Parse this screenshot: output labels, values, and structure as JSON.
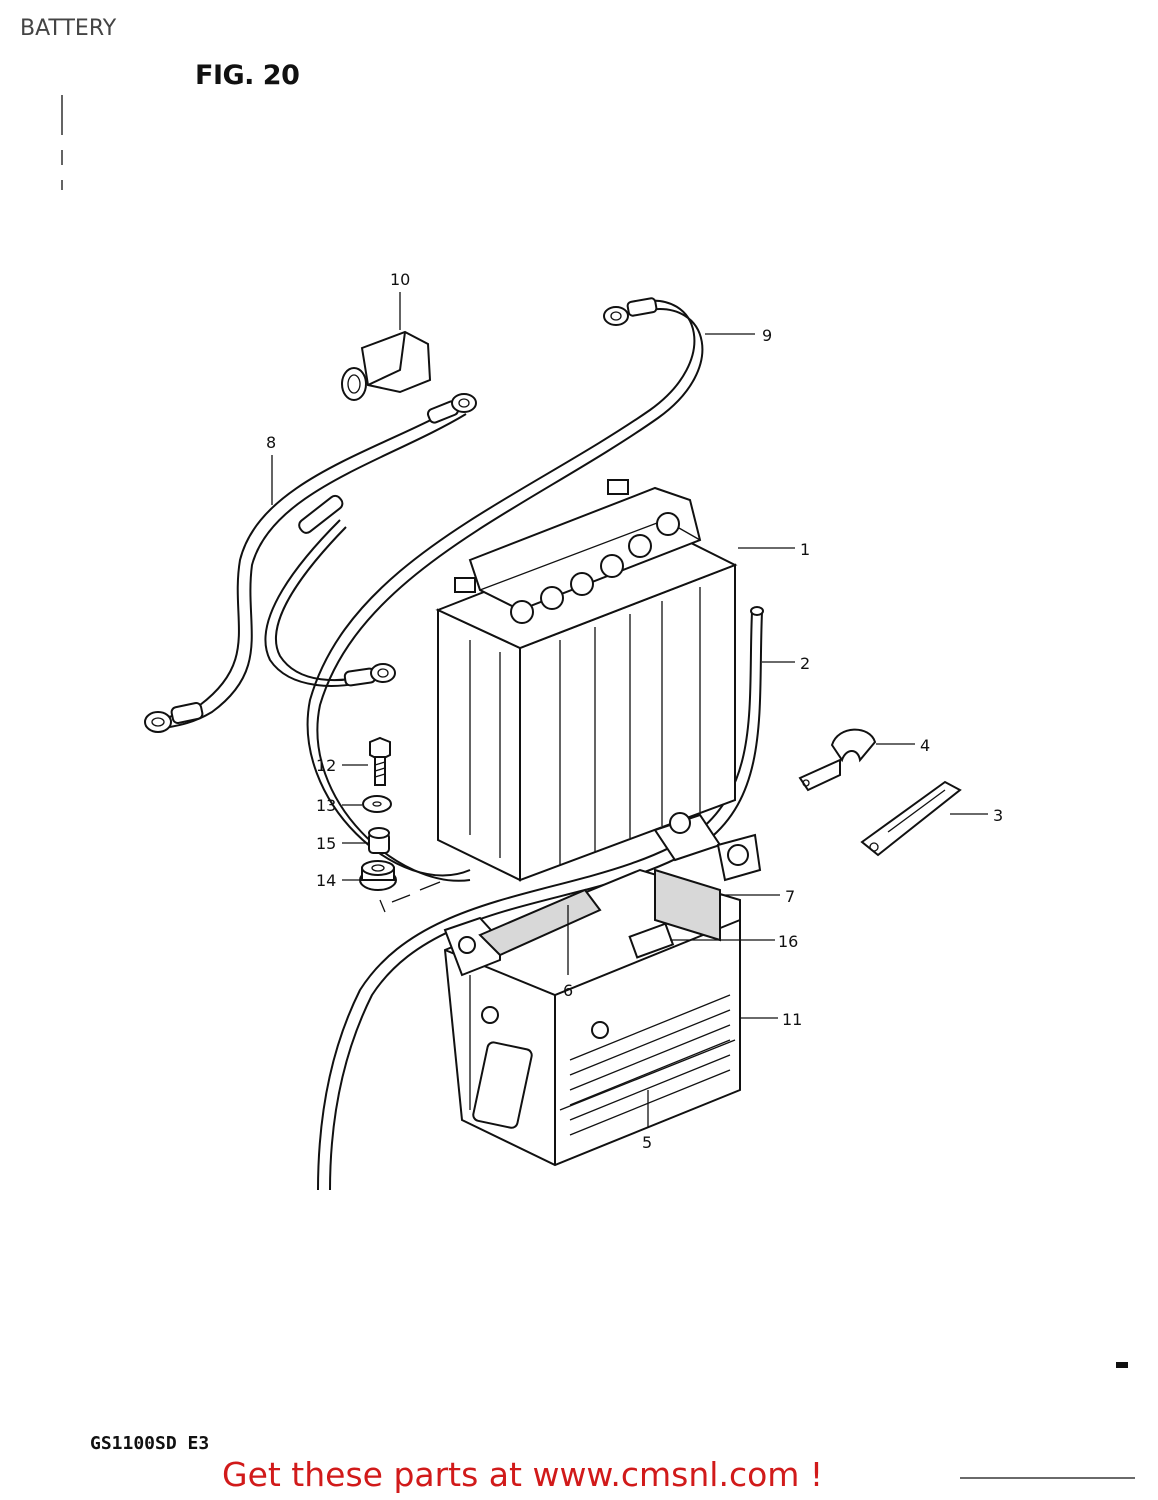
{
  "header": {
    "title": "BATTERY"
  },
  "figure": {
    "label": "FIG. 20",
    "model": "GS1100SD E3"
  },
  "callouts": {
    "c1": "1",
    "c2": "2",
    "c3": "3",
    "c4": "4",
    "c5": "5",
    "c6": "6",
    "c7": "7",
    "c8": "8",
    "c9": "9",
    "c10": "10",
    "c11": "11",
    "c12": "12",
    "c13": "13",
    "c14": "14",
    "c15": "15",
    "c16": "16"
  },
  "footer": {
    "link_text": "Get these parts at www.cmsnl.com !"
  }
}
